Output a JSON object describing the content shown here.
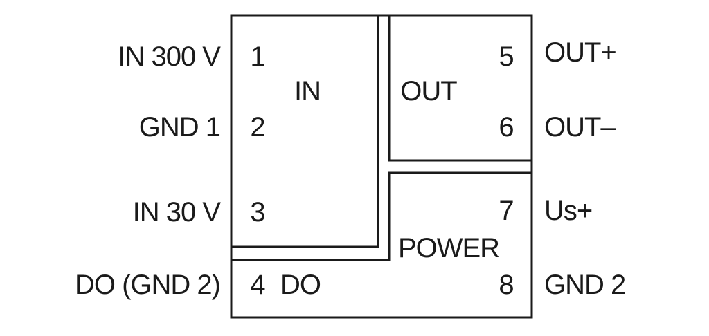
{
  "pins_left": [
    {
      "label": "IN 300 V",
      "number": "1"
    },
    {
      "label": "GND 1",
      "number": "2"
    },
    {
      "label": "IN 30 V",
      "number": "3"
    },
    {
      "label": "DO (GND 2)",
      "number": "4"
    }
  ],
  "pins_right": [
    {
      "label": "OUT+",
      "number": "5"
    },
    {
      "label": "OUT–",
      "number": "6"
    },
    {
      "label": "Us+",
      "number": "7"
    },
    {
      "label": "GND 2",
      "number": "8"
    }
  ],
  "blocks": {
    "in": "IN",
    "out": "OUT",
    "power": "POWER",
    "do": "DO"
  },
  "colors": {
    "stroke": "#1a1a1a",
    "background": "#ffffff"
  }
}
